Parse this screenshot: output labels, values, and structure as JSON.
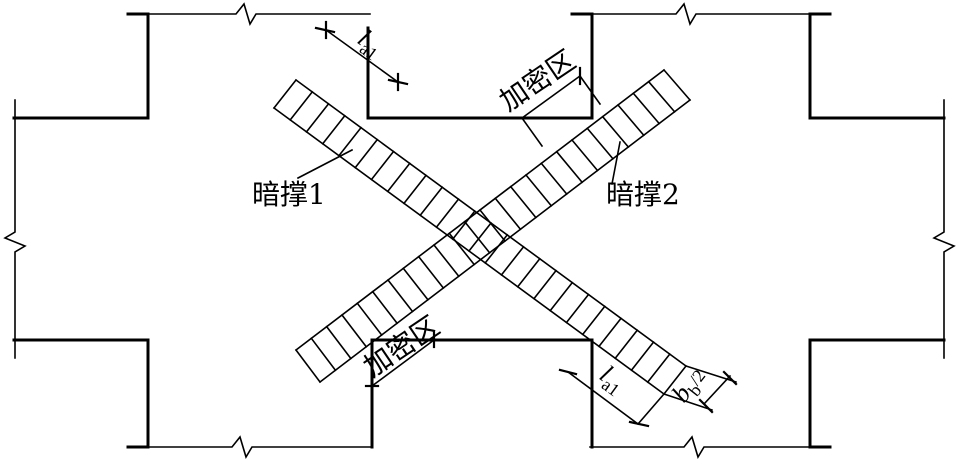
{
  "labels": {
    "brace1": "暗撑1",
    "brace2": "暗撑2",
    "dense_top": "加密区",
    "dense_bottom": "加密区",
    "la_symbol": "l",
    "la_subscript": "a1",
    "bb_symbol": "b",
    "bb_subscript": "b",
    "bb_suffix": "/2"
  }
}
